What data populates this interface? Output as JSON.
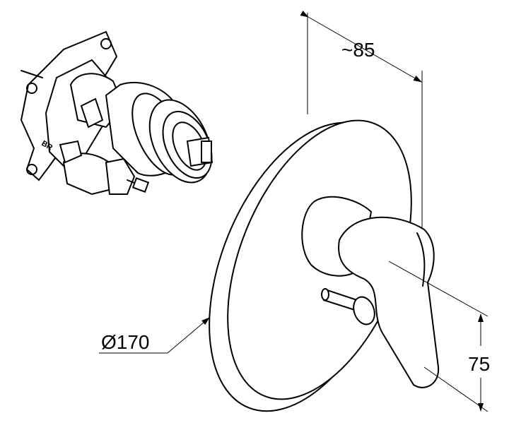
{
  "dimensions": {
    "depth_label": "~85",
    "diameter_label": "Ø170",
    "height_label": "75"
  },
  "valve_marking": "BR"
}
